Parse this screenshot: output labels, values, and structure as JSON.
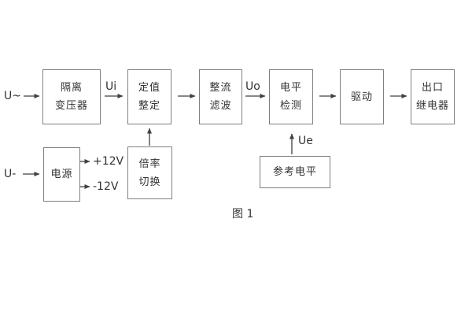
{
  "figure": {
    "caption": "图 1",
    "colors": {
      "background": "#ffffff",
      "box_border": "#808080",
      "text": "#333333",
      "line": "#404040"
    },
    "inputs": {
      "ac_label": "U~",
      "dc_label": "U-"
    },
    "signal_labels": {
      "ui": "Ui",
      "uo": "Uo",
      "ue": "Ue",
      "plus_12v": "+12V",
      "minus_12v": "-12V"
    },
    "blocks": {
      "isolation_transformer": {
        "line1": "隔离",
        "line2": "变压器"
      },
      "setting_adjustment": {
        "line1": "定值",
        "line2": "整定"
      },
      "rectifier_filter": {
        "line1": "整流",
        "line2": "滤波"
      },
      "level_detection": {
        "line1": "电平",
        "line2": "检测"
      },
      "driver": {
        "line1": "驱动"
      },
      "output_relay": {
        "line1": "出口",
        "line2": "继电器"
      },
      "power_supply": {
        "line1": "电源"
      },
      "ratio_switching": {
        "line1": "倍率",
        "line2": "切换"
      },
      "reference_level": {
        "line1": "参考电平"
      }
    }
  }
}
